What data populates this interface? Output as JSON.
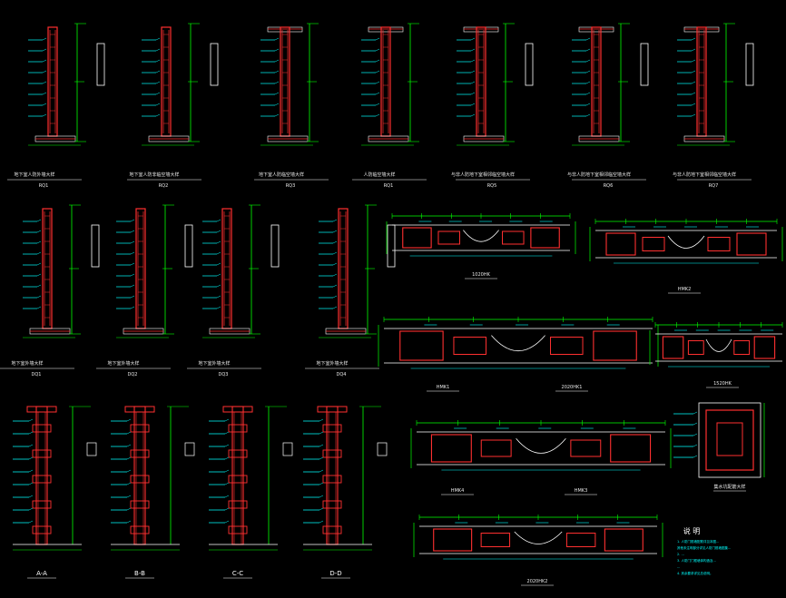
{
  "drawing": {
    "background": "#000000",
    "colors": {
      "wall": "#ff3030",
      "rebar": "#00ffff",
      "dimension": "#00ff00",
      "outline": "#ffffff",
      "text": "#ffffff"
    }
  },
  "details": [
    {
      "id": "row1-1",
      "caption": "地下室人防外墙大样",
      "sub": "RQ1"
    },
    {
      "id": "row1-2",
      "caption": "地下室人防非临空墙大样",
      "sub": "RQ2"
    },
    {
      "id": "row1-3",
      "caption": "地下室人防临空墙大样",
      "sub": "RQ3"
    },
    {
      "id": "row1-4",
      "caption": "人防临空墙大样",
      "sub": "RQ1"
    },
    {
      "id": "row1-5",
      "caption": "与非人防地下室相邻临空墙大样",
      "sub": "RQ5"
    },
    {
      "id": "row1-6",
      "caption": "与非人防地下室相邻临空墙大样",
      "sub": "RQ6"
    },
    {
      "id": "row1-7",
      "caption": "与非人防地下室相邻临空墙大样",
      "sub": "RQ7"
    },
    {
      "id": "row2-1",
      "caption": "地下室外墙大样",
      "sub": "DQ1"
    },
    {
      "id": "row2-2",
      "caption": "地下室外墙大样",
      "sub": "DQ2"
    },
    {
      "id": "row2-3",
      "caption": "地下室外墙大样",
      "sub": "DQ3"
    },
    {
      "id": "row2-4",
      "caption": "地下室外墙大样",
      "sub": "DQ4"
    }
  ],
  "sections": [
    {
      "id": "sec-a",
      "label": "A-A"
    },
    {
      "id": "sec-b",
      "label": "B-B"
    },
    {
      "id": "sec-c",
      "label": "C-C"
    },
    {
      "id": "sec-d",
      "label": "D-D"
    }
  ],
  "door_details": [
    {
      "id": "m1",
      "label": "1020HK"
    },
    {
      "id": "m2",
      "label": "HMK2"
    },
    {
      "id": "m3",
      "label": "HMK1"
    },
    {
      "id": "m4",
      "label": "2020HK1"
    },
    {
      "id": "m5",
      "label": "1520HK"
    },
    {
      "id": "m6",
      "label": "HMK4"
    },
    {
      "id": "m7",
      "label": "HMK3"
    },
    {
      "id": "m8",
      "label": "2020HK2"
    },
    {
      "id": "m9",
      "label": "集水坑配筋大样"
    }
  ],
  "notes": {
    "title": "说 明",
    "lines": [
      "1. 人防门框墙配筋详见本图...",
      "   其他未注明部分详见人防门框墙图集...",
      "2. ...",
      "3. 人防门门框墙体构造及...",
      "   ...",
      "4. 其余要求详见总说明。"
    ]
  }
}
